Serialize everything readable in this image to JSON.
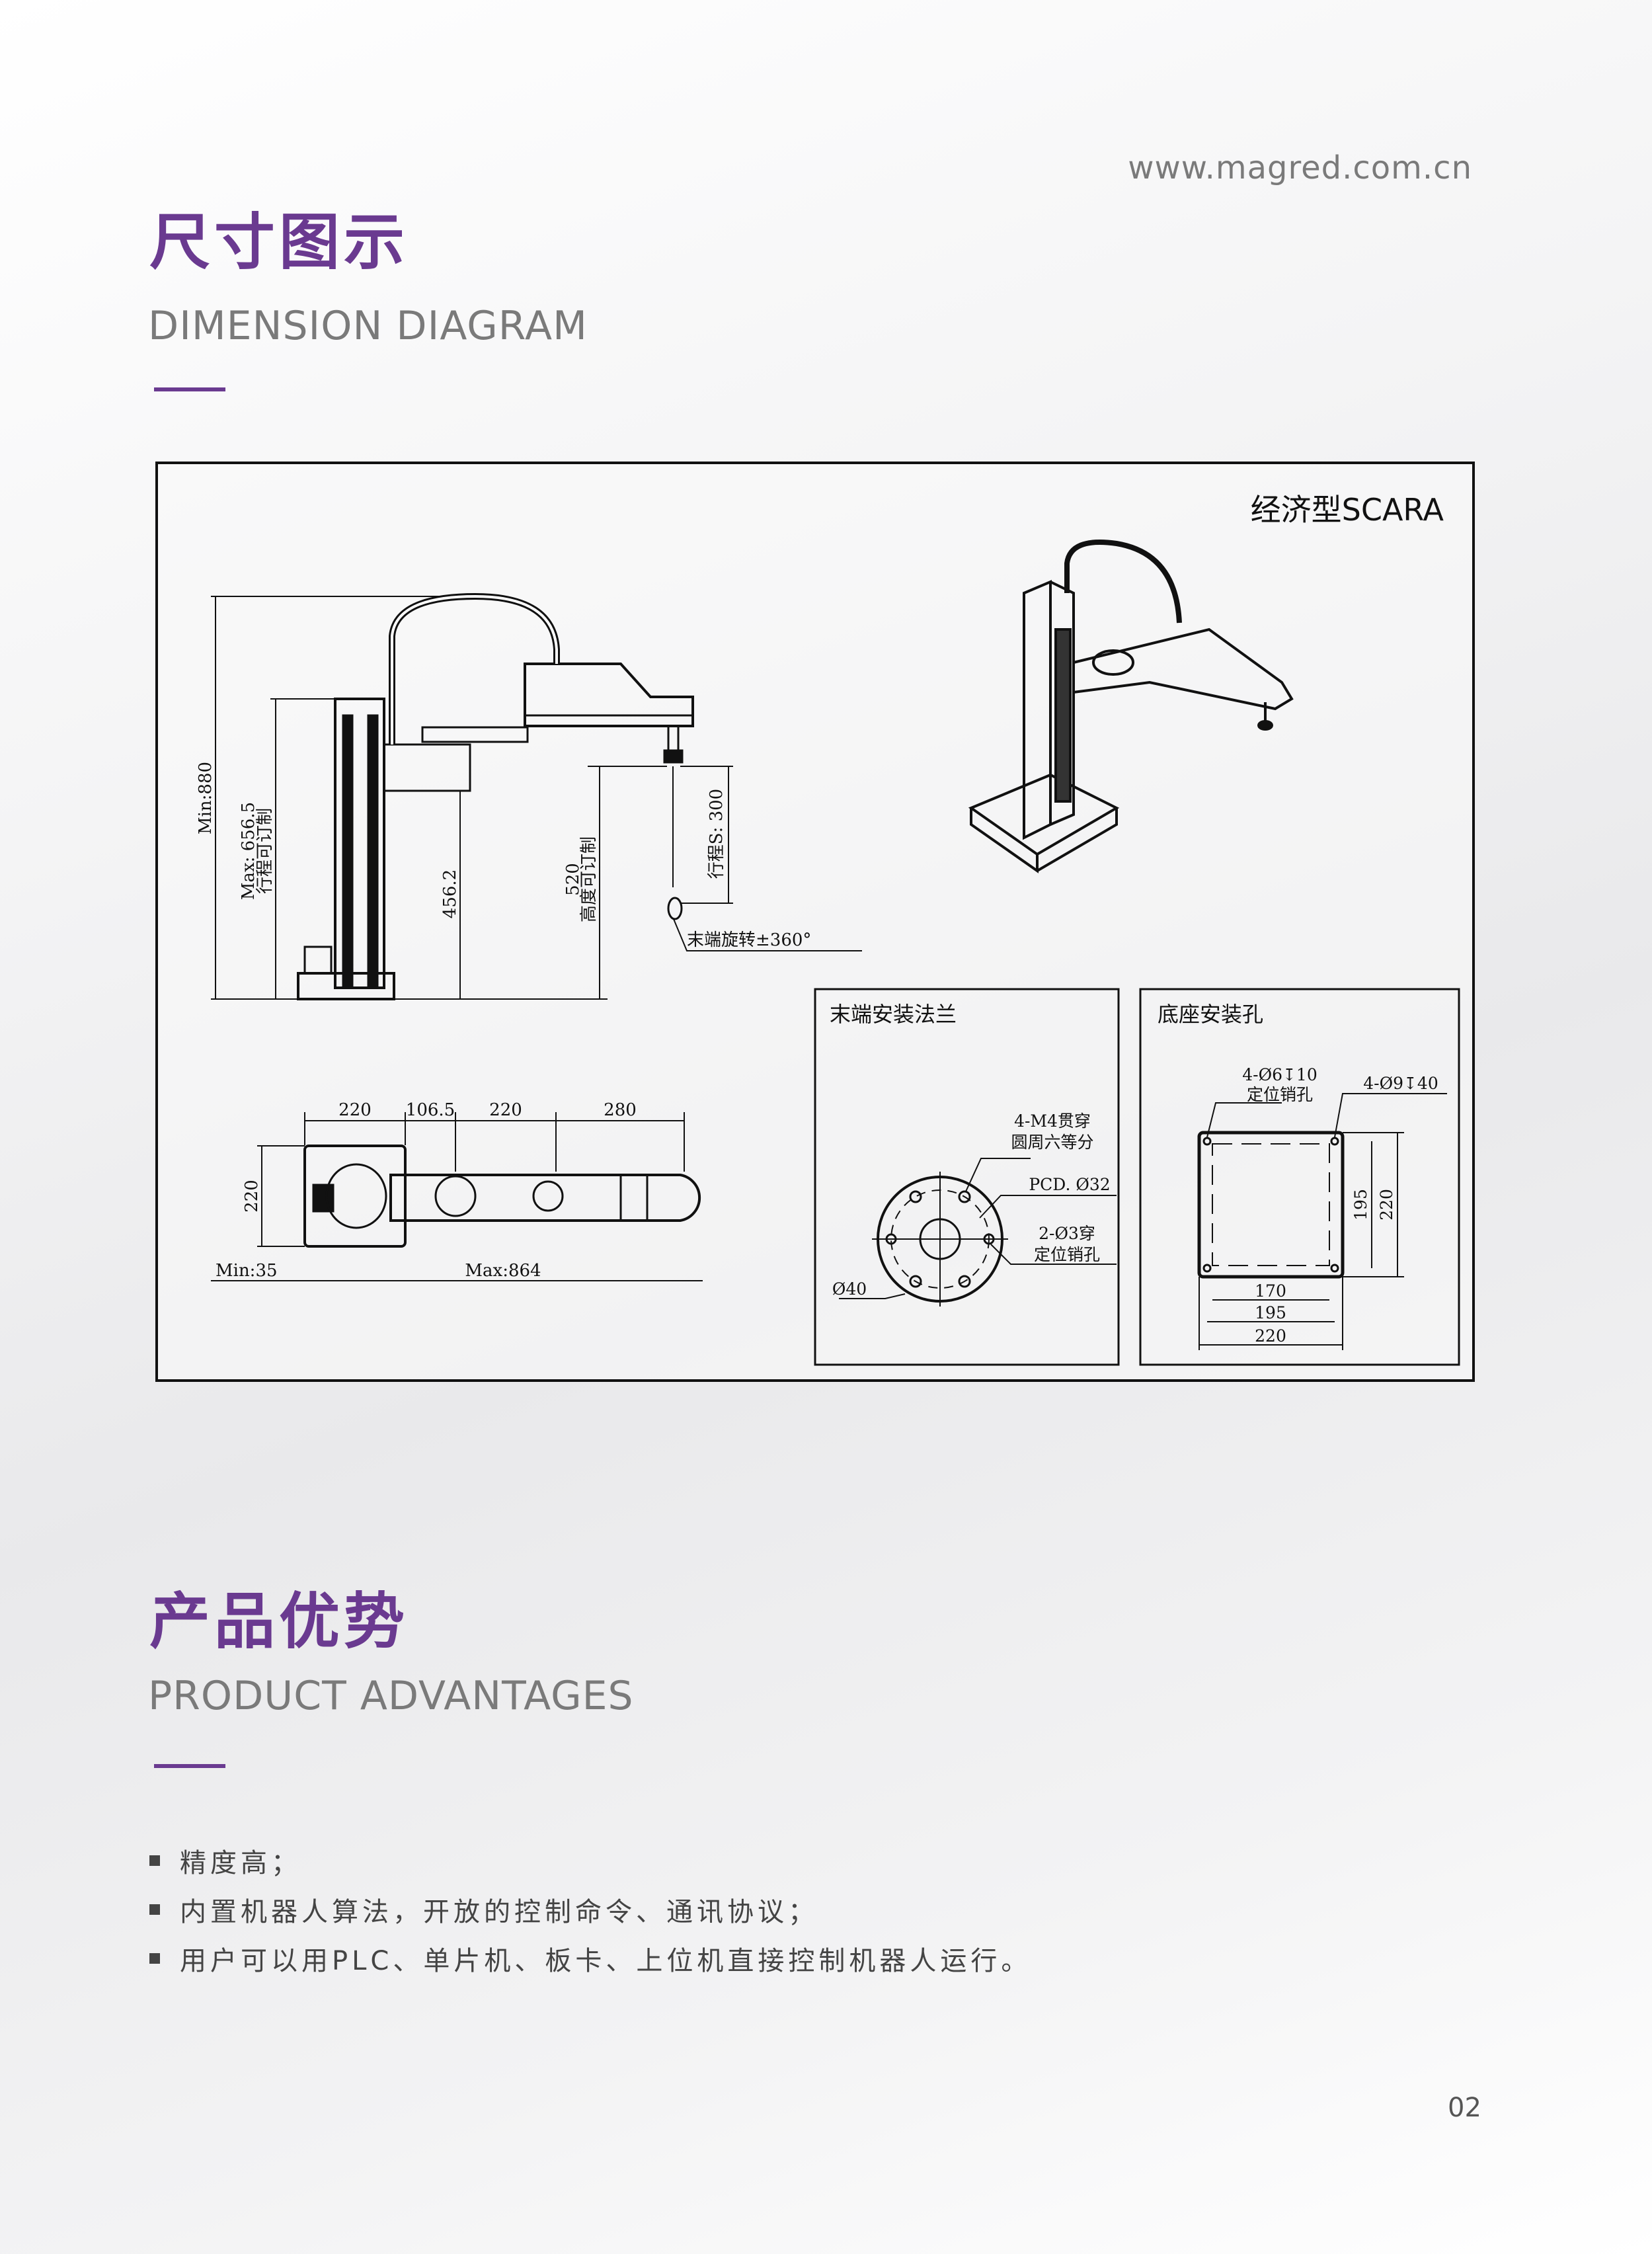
{
  "header": {
    "url": "www.magred.com.cn"
  },
  "section1": {
    "title_cn": "尺寸图示",
    "title_en": "DIMENSION DIAGRAM"
  },
  "diagram": {
    "model": "经济型SCARA",
    "side": {
      "min_height": "Min:880",
      "max_stroke": "Max: 656.5",
      "stroke_custom": "行程可订制",
      "h456": "456.2",
      "h520": "520",
      "height_custom": "高度可订制",
      "stroke300": "行程S: 300",
      "rotation": "末端旋转±360°"
    },
    "top": {
      "d1": "220",
      "d2": "106.5",
      "d3": "220",
      "d4": "280",
      "width": "220",
      "min": "Min:35",
      "max": "Max:864"
    },
    "flange": {
      "title": "末端安装法兰",
      "l1": "4-M4贯穿",
      "l2": "圆周六等分",
      "pcd": "PCD. Ø32",
      "l3": "2-Ø3穿",
      "l4": "定位销孔",
      "dia": "Ø40"
    },
    "base": {
      "title": "底座安装孔",
      "l1": "4-Ø6↧10",
      "l2": "定位销孔",
      "l3": "4-Ø9↧40",
      "v195": "195",
      "v220": "220",
      "h170": "170",
      "h195": "195",
      "h220": "220"
    }
  },
  "section2": {
    "title_cn": "产品优势",
    "title_en": "PRODUCT ADVANTAGES",
    "items": [
      "精度高；",
      "内置机器人算法，开放的控制命令、通讯协议；",
      "用户可以用PLC、单片机、板卡、上位机直接控制机器人运行。"
    ]
  },
  "footer": {
    "page": "02"
  },
  "colors": {
    "accent": "#6a3a90"
  }
}
